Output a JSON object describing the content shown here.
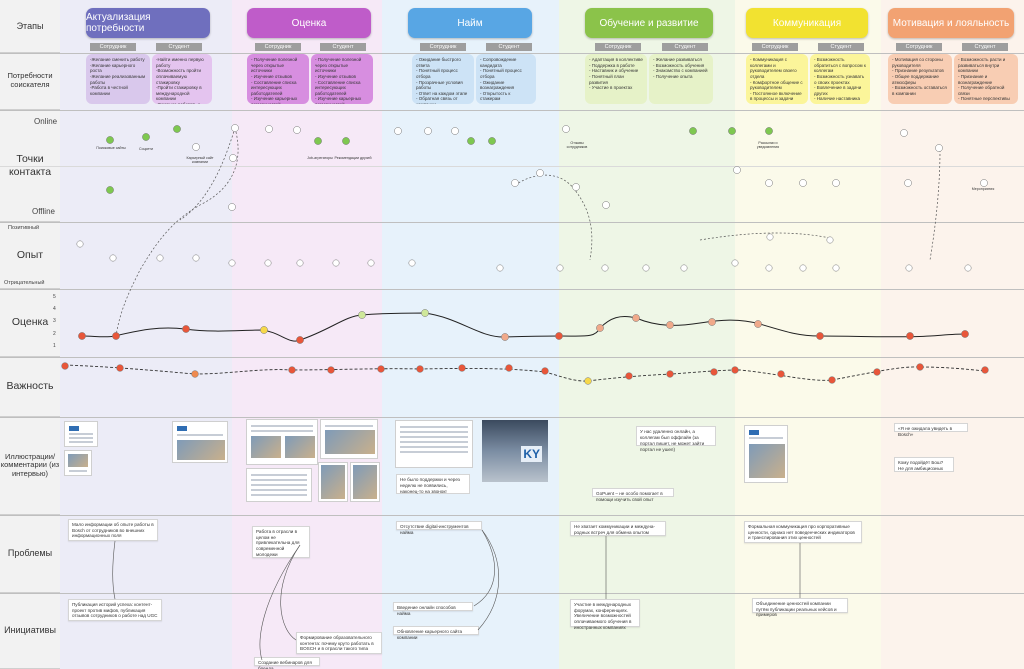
{
  "rows": {
    "stages": "Этапы",
    "needs": "Потребности соискателя",
    "touchpoints": "Точки контакта",
    "online": "Online",
    "offline": "Offline",
    "experience": "Опыт",
    "positive": "Позитивный",
    "negative": "Отрицательный",
    "rating": "Оценка",
    "importance": "Важность",
    "illustrations": "Иллюстрации/ комментарии (из интервью)",
    "problems": "Проблемы",
    "initiatives": "Инициативы"
  },
  "rating_axis": [
    "5",
    "4",
    "3",
    "2",
    "1"
  ],
  "stages": [
    {
      "label": "Актуализация потребности",
      "color": "#6f6fbe",
      "bg": "#ececf7"
    },
    {
      "label": "Оценка",
      "color": "#bf5cc9",
      "bg": "#f6e9f7"
    },
    {
      "label": "Найм",
      "color": "#58a6e4",
      "bg": "#e7f2fb"
    },
    {
      "label": "Обучение и развитие",
      "color": "#8bc34a",
      "bg": "#eef6e6"
    },
    {
      "label": "Коммуникация",
      "color": "#f2e230",
      "bg": "#fbfaea"
    },
    {
      "label": "Мотивация и лояльность",
      "color": "#f2a272",
      "bg": "#fcf3ec"
    }
  ],
  "roles": {
    "employee": "Сотрудник",
    "student": "Студент"
  },
  "needs": [
    {
      "text": "-Желание сменить работу\n-Желание карьерного роста\n-Желание реализованным работы\n-Работа в честной компании",
      "color": "#d9c8ec"
    },
    {
      "text": "-Найти именно первую работу\n-Возможность пройти оплачиваемую стажировку\n-Пройти стажировку в международной компании\n-Желание работать с гибким графиком",
      "color": "#e4c4ef"
    },
    {
      "text": "- Получение полезной через открытые источники\n- Изучение отзывов\n- Составление списка интересующих работодателей\n- Изучение карьерных возможностей\n- Понимание каждого уровня",
      "color": "#d78ee0"
    },
    {
      "text": "- Получение полезной через открытые источники\n- Изучение отзывов\n- Составление списка интересующих работодателей\n- Изучение карьерных возможностей",
      "color": "#d78ee0"
    },
    {
      "text": "- Ожидание быстрого ответа\n- Понятный процесс отбора\n- Прозрачные условия работы\n- Ответ на каждом этапе\n- Обратная связь от компании",
      "color": "#cde3f6"
    },
    {
      "text": "- Сопровождение кандидата\n- Понятный процесс отбора\n- Ожидание вознаграждения\n- Открытость к стажерам",
      "color": "#cde3f6"
    },
    {
      "text": "- Адаптация в коллективе\n- Поддержка в работе\n- Наставник и обучение\n- Понятный план развития\n- Участие в проектах",
      "color": "#e6f2c8"
    },
    {
      "text": "- Желание развиваться\n- Возможность обучения\n- Знакомство с компанией\n- Получение опыта",
      "color": "#e6f2c8"
    },
    {
      "text": "- Коммуникация с коллегами и руководителем своего отдела\n- Комфортное общение с руководителем\n- Постоянное включение в процессы и задачи",
      "color": "#fbf59a"
    },
    {
      "text": "- Возможность обратиться с вопросом к коллегам\n- Возможность узнавать о своих проектах\n- Вовлечение в задачи других\n- Наличие наставника",
      "color": "#fbf59a"
    },
    {
      "text": "- Мотивация со стороны руководителя\n- Признание результатов\n- Общее поддержание атмосферы\n- Возможность оставаться в компании",
      "color": "#f8cdb3"
    },
    {
      "text": "- Возможность расти и развиваться внутри компании\n- Признание и вознаграждение\n- Получение обратной связи\n- Понятные перспективы",
      "color": "#f8cdb3"
    }
  ],
  "touchpoints": [
    {
      "label": "Поисковые сайты",
      "color": "#cfe8b0"
    },
    {
      "label": "Соцсети",
      "color": "#cfe8b0"
    },
    {
      "label": "Карьерный сайт компании",
      "color": "#cfe8b0"
    },
    {
      "label": "Отзывы сотрудников",
      "color": "#cfe8b0"
    },
    {
      "label": "Рекомендации друзей",
      "color": "#cfe8b0"
    },
    {
      "label": "Job-агрегаторы",
      "color": "#cfe8b0"
    },
    {
      "label": "Рассылки и уведомления",
      "color": "#cfe8b0"
    },
    {
      "label": "Мероприятия",
      "color": "#cfe8b0"
    }
  ],
  "experience_positive": "Позитивный",
  "experience_negative": "Отрицательный",
  "quotes": [
    {
      "text": "Не было поддержки и через неделю не появились, наконец-то на звонок!"
    },
    {
      "text": "У нас удаленно онлайн, а коллегам был оффлайн (за портал пишет, не может зайти портал не ушел)"
    },
    {
      "text": "GoPuent – не особо помогает в помощи изучить свой опыт"
    },
    {
      "text": "«Я не ожидала увидеть в Bosch»"
    },
    {
      "text": "Кому подойдёт Бош? Не для амбициозных"
    }
  ],
  "problems": [
    {
      "text": "Мало информации об опыте работы в Bosch от сотрудников во внешних информационных поля"
    },
    {
      "text": "Работа в отрасли в целом не привлекательна для современной молодежи"
    },
    {
      "text": "Отсутствие digital-инструментов найма"
    },
    {
      "text": "Не хватает коммуникации и междуна­родных встреч для обмена опытом"
    },
    {
      "text": "Формальная коммуникация про корпоративные ценности, однако нет поведенческих индикаторов и транслирования этих ценностей"
    }
  ],
  "initiatives": [
    {
      "text": "Публикация историй успеха: контент-проект против мифов, публикация отзывов сотрудников о работе над UGC"
    },
    {
      "text": "Формирование образовательного контента: почему круто работать в BOSCH и в отрасли такого типа"
    },
    {
      "text": "Создание вебинаров для бренда"
    },
    {
      "text": "Введение онлайн способов найма"
    },
    {
      "text": "Обновление карьерного сайта компании"
    },
    {
      "text": "Участие в международных форумах, конференциях. Увеличение возможностей оплачиваемого обучения в иностранных компаниях"
    },
    {
      "text": "Объединение ценностей компании путём публикации реальных кейсов и примеров"
    }
  ],
  "photo_logo": "KY"
}
